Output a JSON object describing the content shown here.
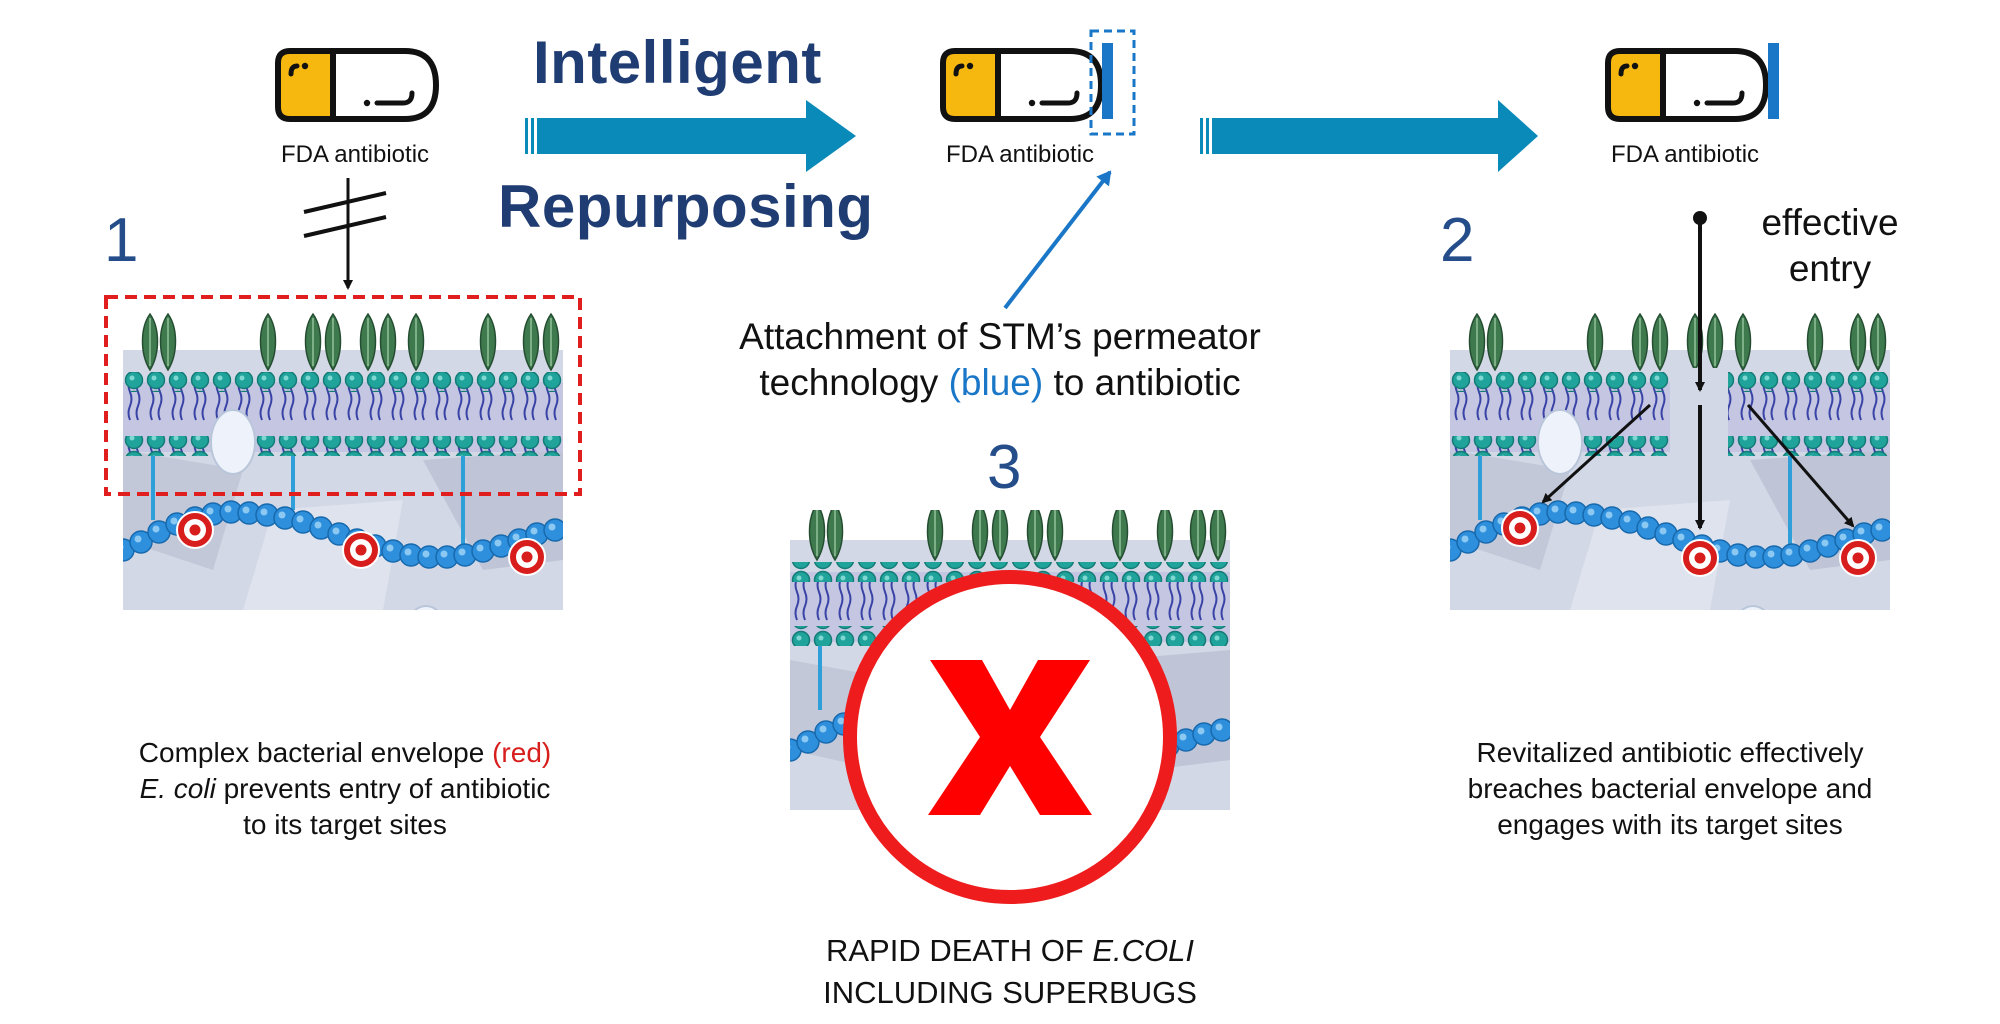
{
  "pills": [
    {
      "label": "FDA antibiotic"
    },
    {
      "label": "FDA antibiotic"
    },
    {
      "label": "FDA antibiotic"
    }
  ],
  "title": {
    "line1": "Intelligent",
    "line2": "Repurposing"
  },
  "steps": {
    "one": "1",
    "two": "2",
    "three": "3"
  },
  "attachment": {
    "line1": "Attachment of STM’s permeator",
    "line2_pre": "technology",
    "line2_blue": "(blue)",
    "line2_post": "to antibiotic"
  },
  "effective_entry": {
    "line1": "effective",
    "line2": "entry"
  },
  "caption_left": {
    "l1_pre": "Complex bacterial envelope",
    "l1_red": "(red)",
    "l2_italic": "E. coli",
    "l2_rest": "prevents entry of antibiotic",
    "l3": "to its target sites"
  },
  "caption_right": {
    "l1": "Revitalized antibiotic effectively",
    "l2": "breaches bacterial envelope and",
    "l3": "engages with its target sites"
  },
  "caption_bottom": {
    "l1_pre": "RAPID DEATH OF",
    "l1_italic": "E.COLI",
    "l2": "INCLUDING SUPERBUGS"
  },
  "colors": {
    "pill_yellow": "#f6b70f",
    "arrow_blue": "#0a8ab8",
    "permeator_blue": "#1a77c7",
    "title_navy": "#1f3c73",
    "membrane_teal": "#1fa39a",
    "membrane_purple": "#8f95cc",
    "target_red": "#d81d1d",
    "x_red": "#ff0000"
  },
  "icons": [
    "capsule-icon",
    "permeator-bar-icon",
    "target-icon",
    "x-icon",
    "leaf-icon",
    "blocked-arrow-icon"
  ]
}
